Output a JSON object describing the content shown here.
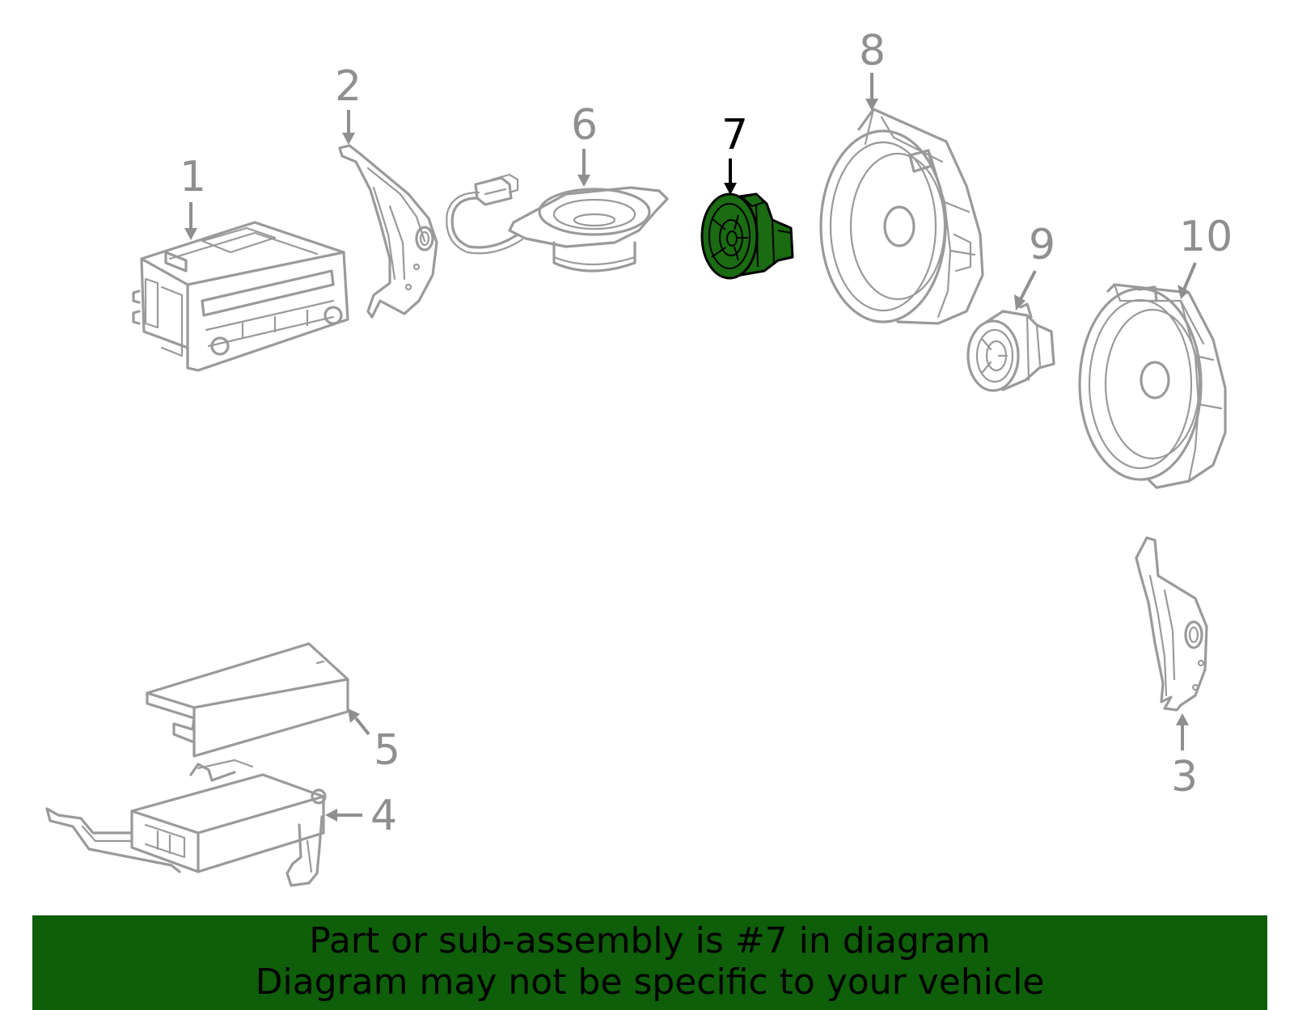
{
  "callouts": [
    "1",
    "2",
    "3",
    "4",
    "5",
    "6",
    "7",
    "8",
    "9",
    "10"
  ],
  "selected_callout": "7",
  "banner": {
    "line1": "Part or sub-assembly is #7 in diagram",
    "line2": "Diagram may not be specific to your vehicle"
  },
  "colors": {
    "highlight_part": "#1a6b12",
    "banner_bg": "#0f5e0a",
    "line_art": "#9a9a9a",
    "label_gray": "#8f8f8f"
  }
}
